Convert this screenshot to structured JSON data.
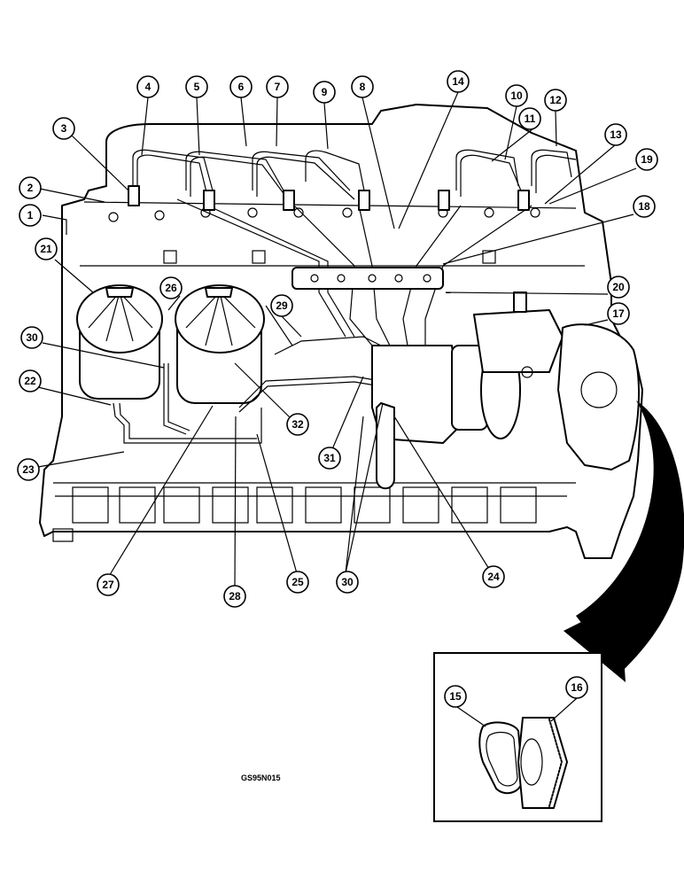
{
  "figure_code": "GS95N015",
  "callouts": [
    {
      "id": "1",
      "label": "1"
    },
    {
      "id": "2",
      "label": "2"
    },
    {
      "id": "3",
      "label": "3"
    },
    {
      "id": "4",
      "label": "4"
    },
    {
      "id": "5",
      "label": "5"
    },
    {
      "id": "6",
      "label": "6"
    },
    {
      "id": "7",
      "label": "7"
    },
    {
      "id": "8",
      "label": "8"
    },
    {
      "id": "9",
      "label": "9"
    },
    {
      "id": "10",
      "label": "10"
    },
    {
      "id": "11",
      "label": "11"
    },
    {
      "id": "12",
      "label": "12"
    },
    {
      "id": "13",
      "label": "13"
    },
    {
      "id": "14",
      "label": "14"
    },
    {
      "id": "15",
      "label": "15"
    },
    {
      "id": "16",
      "label": "16"
    },
    {
      "id": "17",
      "label": "17"
    },
    {
      "id": "18",
      "label": "18"
    },
    {
      "id": "19",
      "label": "19"
    },
    {
      "id": "20",
      "label": "20"
    },
    {
      "id": "21",
      "label": "21"
    },
    {
      "id": "22",
      "label": "22"
    },
    {
      "id": "23",
      "label": "23"
    },
    {
      "id": "24",
      "label": "24"
    },
    {
      "id": "25",
      "label": "25"
    },
    {
      "id": "26",
      "label": "26"
    },
    {
      "id": "27",
      "label": "27"
    },
    {
      "id": "28",
      "label": "28"
    },
    {
      "id": "29",
      "label": "29"
    },
    {
      "id": "30a",
      "label": "30"
    },
    {
      "id": "30b",
      "label": "30"
    },
    {
      "id": "31",
      "label": "31"
    },
    {
      "id": "32",
      "label": "32"
    }
  ]
}
